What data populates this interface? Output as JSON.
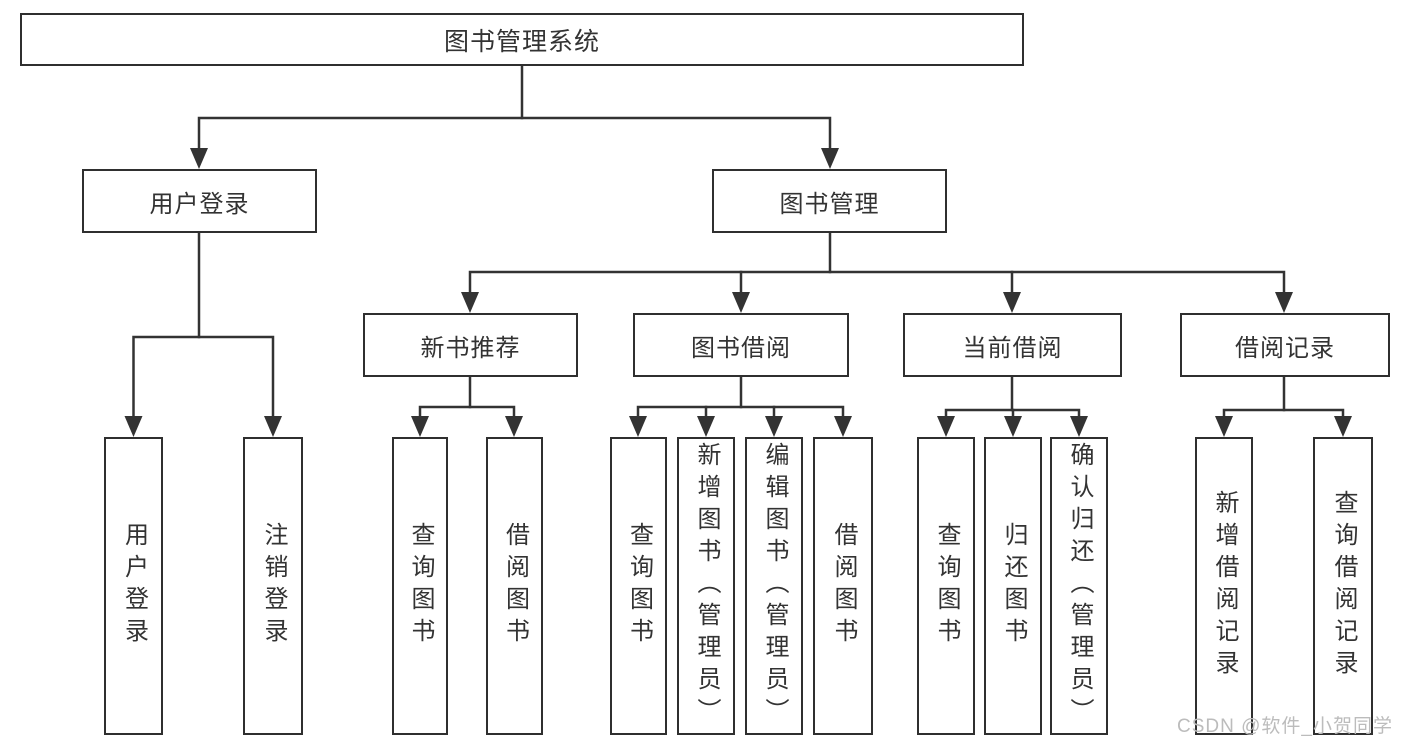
{
  "diagram": {
    "type": "tree",
    "colors": {
      "line": "#333333",
      "box_border": "#2f2f2f",
      "text": "#333333",
      "watermark": "#bcbcbc",
      "background": "#ffffff"
    },
    "root": {
      "label": "图书管理系统"
    },
    "branches": [
      {
        "label": "用户登录",
        "children": [
          {
            "label": "用户登录"
          },
          {
            "label": "注销登录"
          }
        ]
      },
      {
        "label": "图书管理",
        "children": [
          {
            "label": "新书推荐",
            "children": [
              {
                "label": "查询图书"
              },
              {
                "label": "借阅图书"
              }
            ]
          },
          {
            "label": "图书借阅",
            "children": [
              {
                "label": "查询图书"
              },
              {
                "label": "新增图书（管理员）"
              },
              {
                "label": "编辑图书（管理员）"
              },
              {
                "label": "借阅图书"
              }
            ]
          },
          {
            "label": "当前借阅",
            "children": [
              {
                "label": "查询图书"
              },
              {
                "label": "归还图书"
              },
              {
                "label": "确认归还（管理员）"
              }
            ]
          },
          {
            "label": "借阅记录",
            "children": [
              {
                "label": "新增借阅记录"
              },
              {
                "label": "查询借阅记录"
              }
            ]
          }
        ]
      }
    ],
    "watermark": "CSDN @软件_小贺同学"
  }
}
